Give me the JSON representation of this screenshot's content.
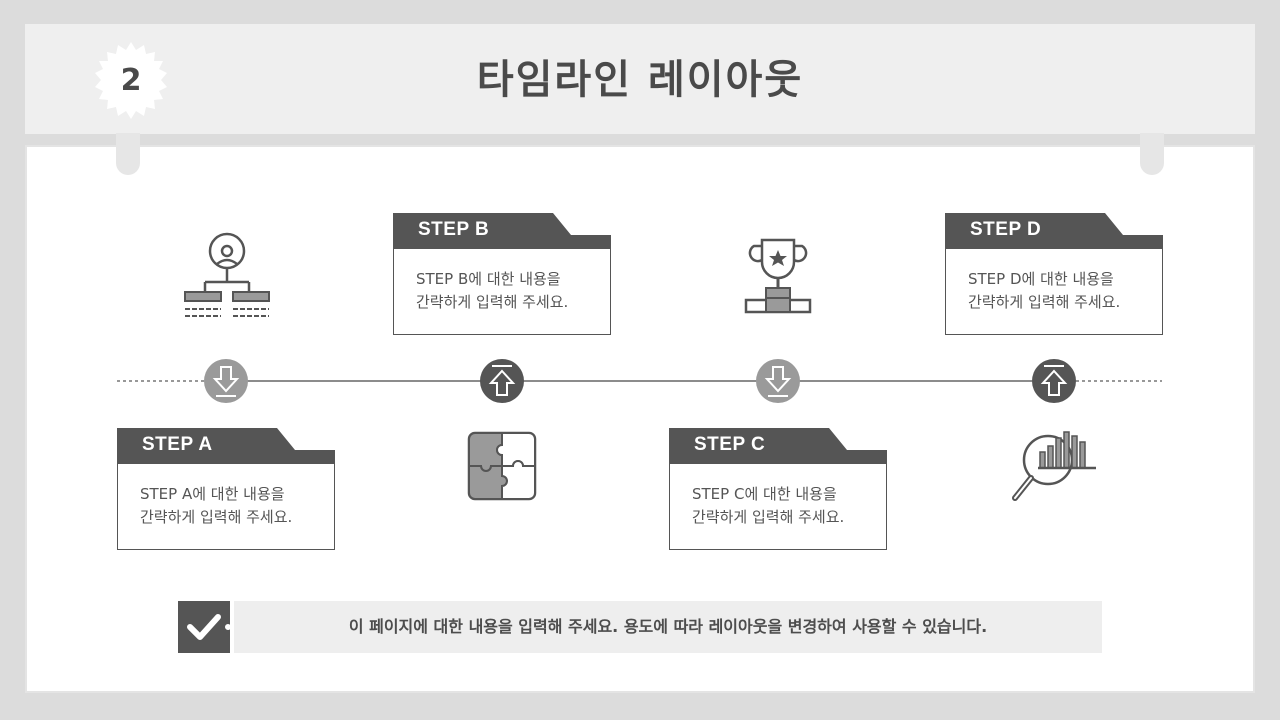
{
  "page": {
    "badge_number": "2",
    "title": "타임라인 레이아웃"
  },
  "steps": [
    {
      "title": "STEP A",
      "description": "STEP A에 대한 내용을\n간략하게 입력해 주세요.",
      "icon": "org-chart-icon",
      "arrow": "down"
    },
    {
      "title": "STEP B",
      "description": "STEP B에 대한 내용을\n간략하게 입력해 주세요.",
      "icon": "puzzle-icon",
      "arrow": "up"
    },
    {
      "title": "STEP C",
      "description": "STEP C에 대한 내용을\n간략하게 입력해 주세요.",
      "icon": "trophy-icon",
      "arrow": "down"
    },
    {
      "title": "STEP D",
      "description": "STEP D에 대한 내용을\n간략하게 입력해 주세요.",
      "icon": "magnifier-chart-icon",
      "arrow": "up"
    }
  ],
  "footer": {
    "message": "이 페이지에 대한 내용을 입력해 주세요. 용도에 따라 레이아웃을 변경하여 사용할 수 있습니다.",
    "icon": "checkmark-icon"
  },
  "colors": {
    "dark": "#555555",
    "light_circle": "#9a9a9a",
    "background": "#dcdcdc"
  }
}
